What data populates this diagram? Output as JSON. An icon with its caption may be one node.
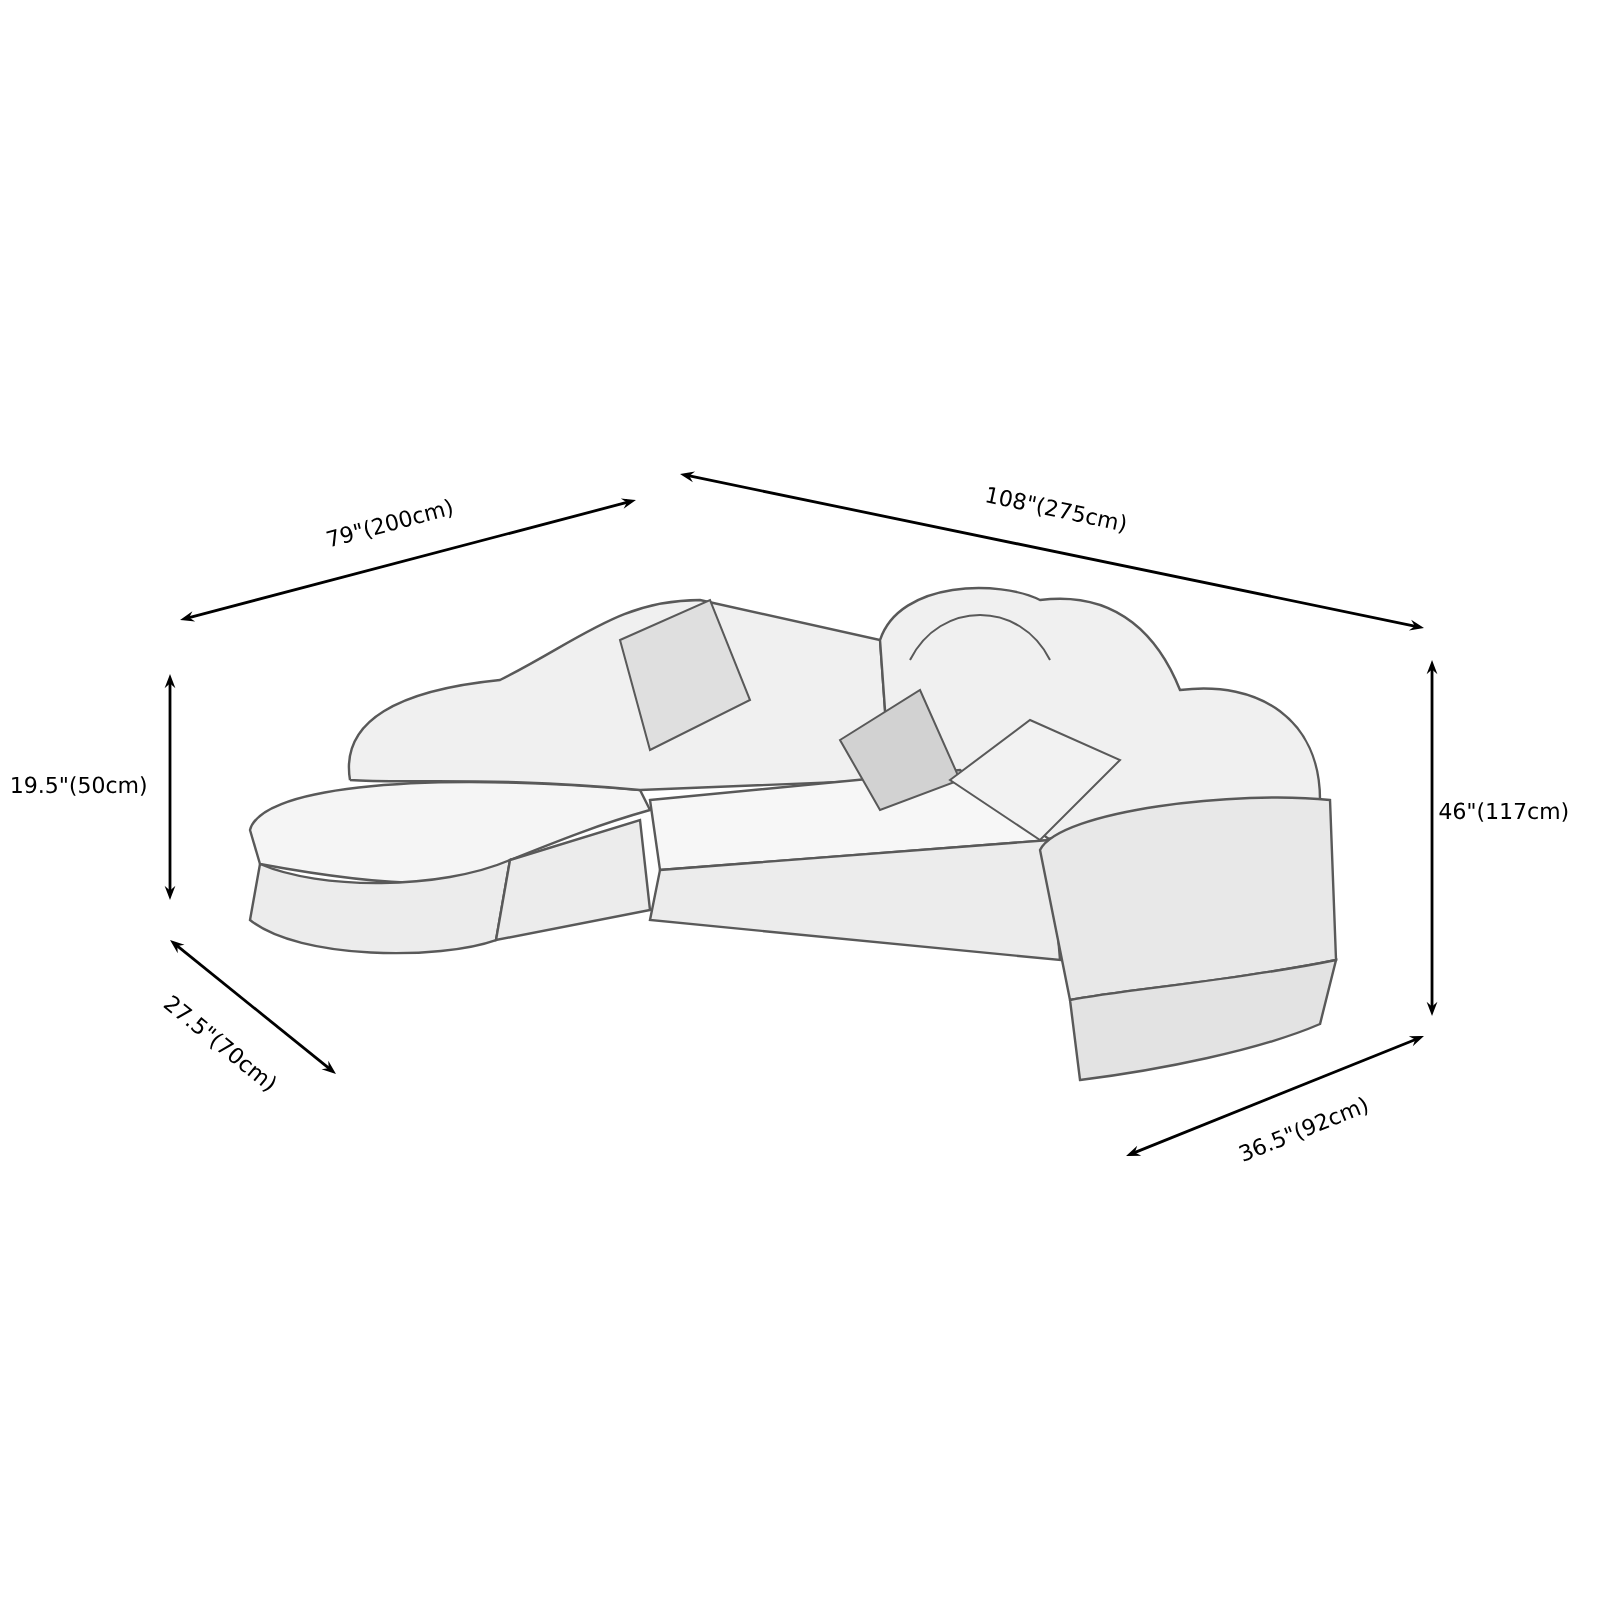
{
  "diagram": {
    "labels": [
      "79\"(200cm)",
      "108\"(275cm)",
      "19.5\"(50cm)",
      "46\"(117cm)",
      "27.5\"(70cm)",
      "36.5\"(92cm)"
    ]
  }
}
